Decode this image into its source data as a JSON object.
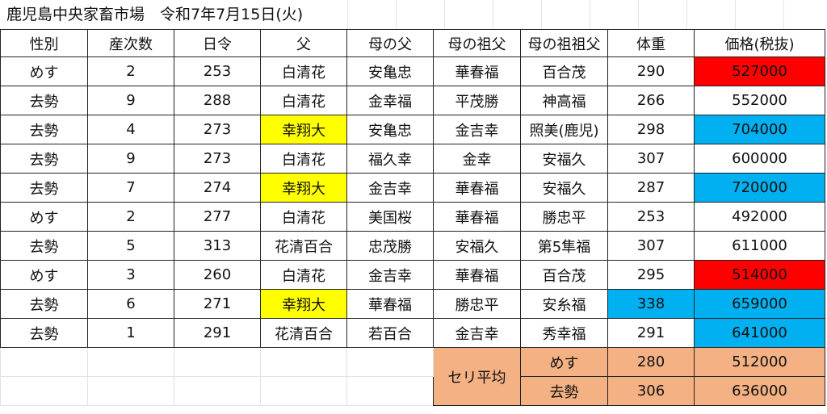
{
  "title": "鹿児島中央家畜市場　令和7年7月15日(火)",
  "colors": {
    "red": "#ff0000",
    "blue": "#00b0f0",
    "yellow": "#ffff00",
    "orange": "#f4b183"
  },
  "headers": [
    "性別",
    "産次数",
    "日令",
    "父",
    "母の父",
    "母の祖父",
    "母の祖祖父",
    "体重",
    "価格(税抜)"
  ],
  "rows": [
    {
      "cells": [
        "めす",
        "2",
        "253",
        "白清花",
        "安亀忠",
        "華春福",
        "百合茂",
        "290",
        "527000"
      ],
      "hl": {
        "8": "red"
      }
    },
    {
      "cells": [
        "去勢",
        "9",
        "288",
        "白清花",
        "金幸福",
        "平茂勝",
        "神高福",
        "266",
        "552000"
      ],
      "hl": {}
    },
    {
      "cells": [
        "去勢",
        "4",
        "273",
        "幸翔大",
        "安亀忠",
        "金吉幸",
        "照美(鹿児)",
        "298",
        "704000"
      ],
      "hl": {
        "3": "yellow",
        "8": "blue"
      }
    },
    {
      "cells": [
        "去勢",
        "9",
        "273",
        "白清花",
        "福久幸",
        "金幸",
        "安福久",
        "307",
        "600000"
      ],
      "hl": {}
    },
    {
      "cells": [
        "去勢",
        "7",
        "274",
        "幸翔大",
        "金吉幸",
        "華春福",
        "安福久",
        "287",
        "720000"
      ],
      "hl": {
        "3": "yellow",
        "8": "blue"
      }
    },
    {
      "cells": [
        "めす",
        "2",
        "277",
        "白清花",
        "美国桜",
        "華春福",
        "勝忠平",
        "253",
        "492000"
      ],
      "hl": {}
    },
    {
      "cells": [
        "去勢",
        "5",
        "313",
        "花清百合",
        "忠茂勝",
        "安福久",
        "第5隼福",
        "307",
        "611000"
      ],
      "hl": {}
    },
    {
      "cells": [
        "めす",
        "3",
        "260",
        "白清花",
        "金吉幸",
        "華春福",
        "百合茂",
        "295",
        "514000"
      ],
      "hl": {
        "8": "red"
      }
    },
    {
      "cells": [
        "去勢",
        "6",
        "271",
        "幸翔大",
        "華春福",
        "勝忠平",
        "安糸福",
        "338",
        "659000"
      ],
      "hl": {
        "3": "yellow",
        "7": "blue",
        "8": "blue"
      }
    },
    {
      "cells": [
        "去勢",
        "1",
        "291",
        "花清百合",
        "若百合",
        "金吉幸",
        "秀幸福",
        "291",
        "641000"
      ],
      "hl": {
        "8": "blue"
      }
    }
  ],
  "average": {
    "label": "セリ平均",
    "rows": [
      {
        "sex": "めす",
        "weight": "280",
        "price": "512000"
      },
      {
        "sex": "去勢",
        "weight": "306",
        "price": "636000"
      }
    ]
  }
}
